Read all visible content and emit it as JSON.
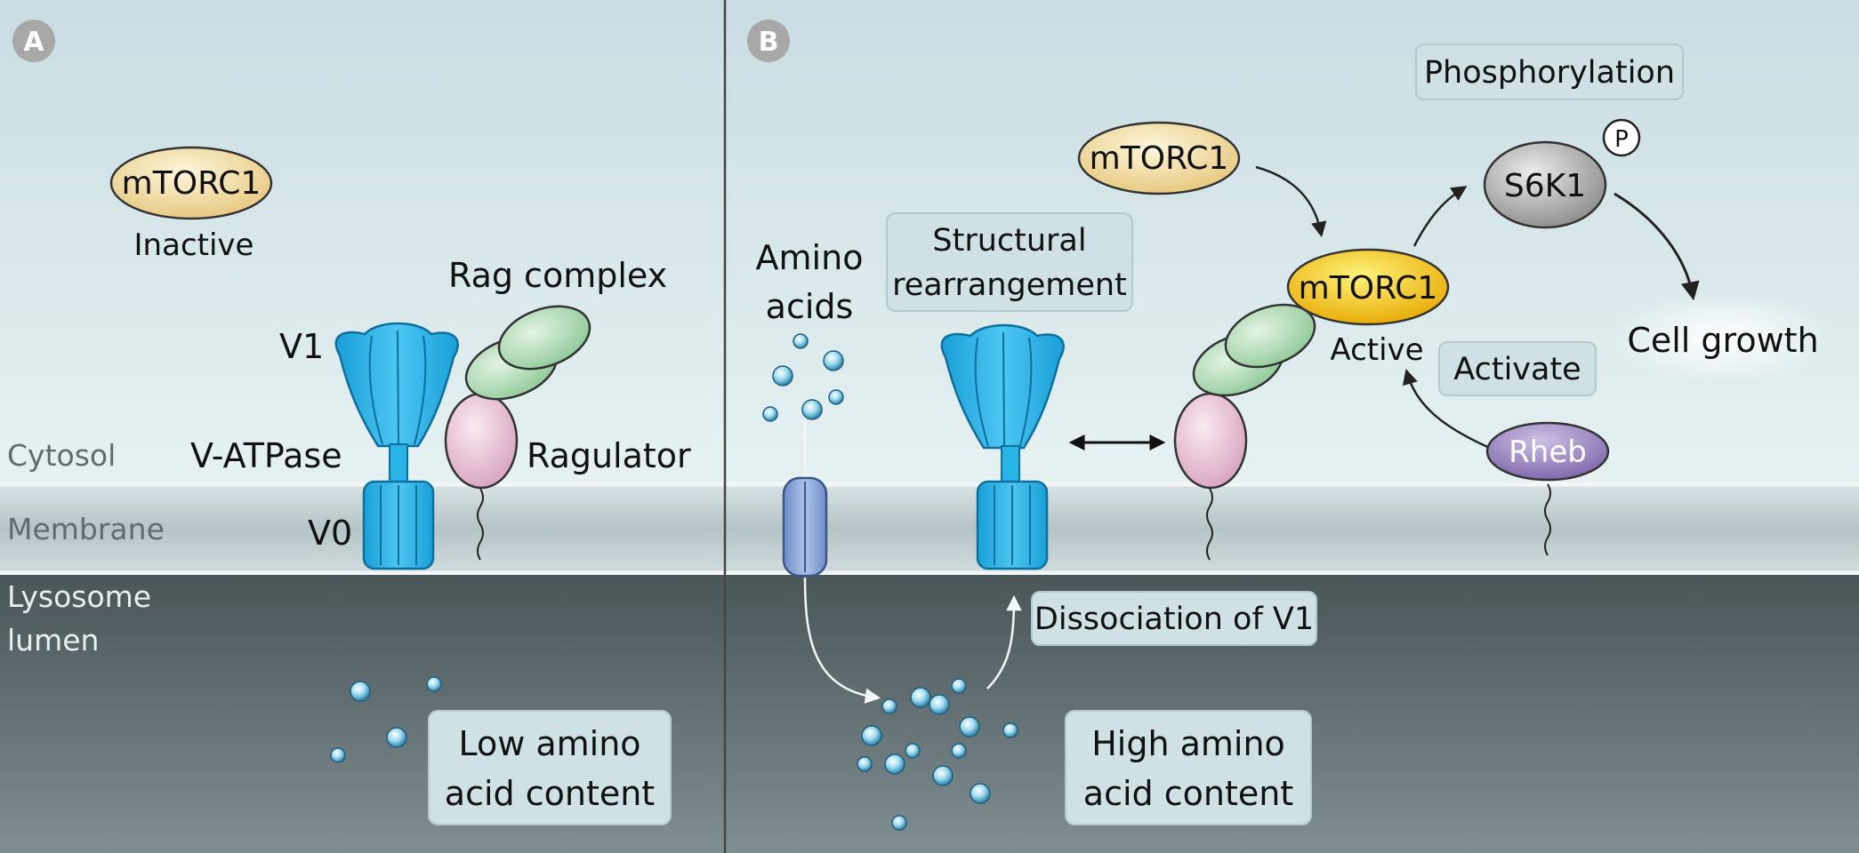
{
  "panel_a": {
    "letter": "A",
    "regions": {
      "cytosol": "Cytosol",
      "membrane": "Membrane",
      "lumen_line1": "Lysosome",
      "lumen_line2": "lumen"
    },
    "mtorc1": "mTORC1",
    "inactive": "Inactive",
    "rag_complex": "Rag complex",
    "v1": "V1",
    "v_atpase": "V-ATPase",
    "ragulator": "Ragulator",
    "v0": "V0",
    "lumen_box_line1": "Low amino",
    "lumen_box_line2": "acid content"
  },
  "panel_b": {
    "letter": "B",
    "amino_line1": "Amino",
    "amino_line2": "acids",
    "structural_line1": "Structural",
    "structural_line2": "rearrangement",
    "mtorc1_inactive": "mTORC1",
    "mtorc1_active": "mTORC1",
    "active": "Active",
    "phosphorylation": "Phosphorylation",
    "s6k1": "S6K1",
    "p": "P",
    "cell_growth": "Cell growth",
    "activate": "Activate",
    "rheb": "Rheb",
    "dissociation": "Dissociation of V1",
    "lumen_box_line1": "High amino",
    "lumen_box_line2": "acid content"
  },
  "colors": {
    "vatpase": "#29b4e8",
    "rag": "#a8d7ad",
    "ragulator": "#efc6d8",
    "mtorc1_inactive": "#f3dea0",
    "mtorc1_active": "#f5c713",
    "rheb": "#a28fc6",
    "s6k1": "#a9a9a9",
    "label_box": "#cfe1e4"
  }
}
